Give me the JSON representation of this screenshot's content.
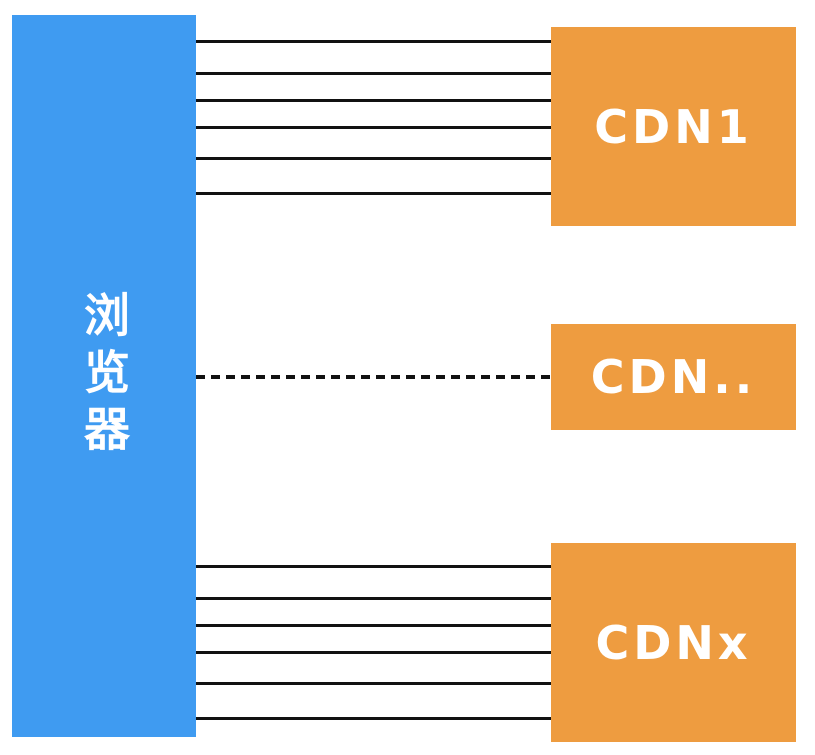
{
  "diagram": {
    "title": "browser-to-multiple-cdn-connections",
    "nodes": {
      "browser": {
        "label": "浏览器"
      },
      "cdn1": {
        "label": "CDN1"
      },
      "cdn_mid": {
        "label": "CDN.."
      },
      "cdnx": {
        "label": "CDNx"
      }
    },
    "connections": {
      "browser_to_cdn1": {
        "style": "solid",
        "line_y": [
          41,
          73,
          100,
          127,
          158,
          193
        ]
      },
      "browser_to_cdn_mid": {
        "style": "dashed",
        "line_y": [
          377
        ]
      },
      "browser_to_cdnx": {
        "style": "solid",
        "line_y": [
          566,
          598,
          625,
          652,
          683,
          718
        ]
      }
    }
  },
  "colors": {
    "browser_fill": "#3f9bf1",
    "cdn_fill": "#ee9c40",
    "line": "#111111",
    "label_text": "#ffffff",
    "background": "#ffffff"
  }
}
